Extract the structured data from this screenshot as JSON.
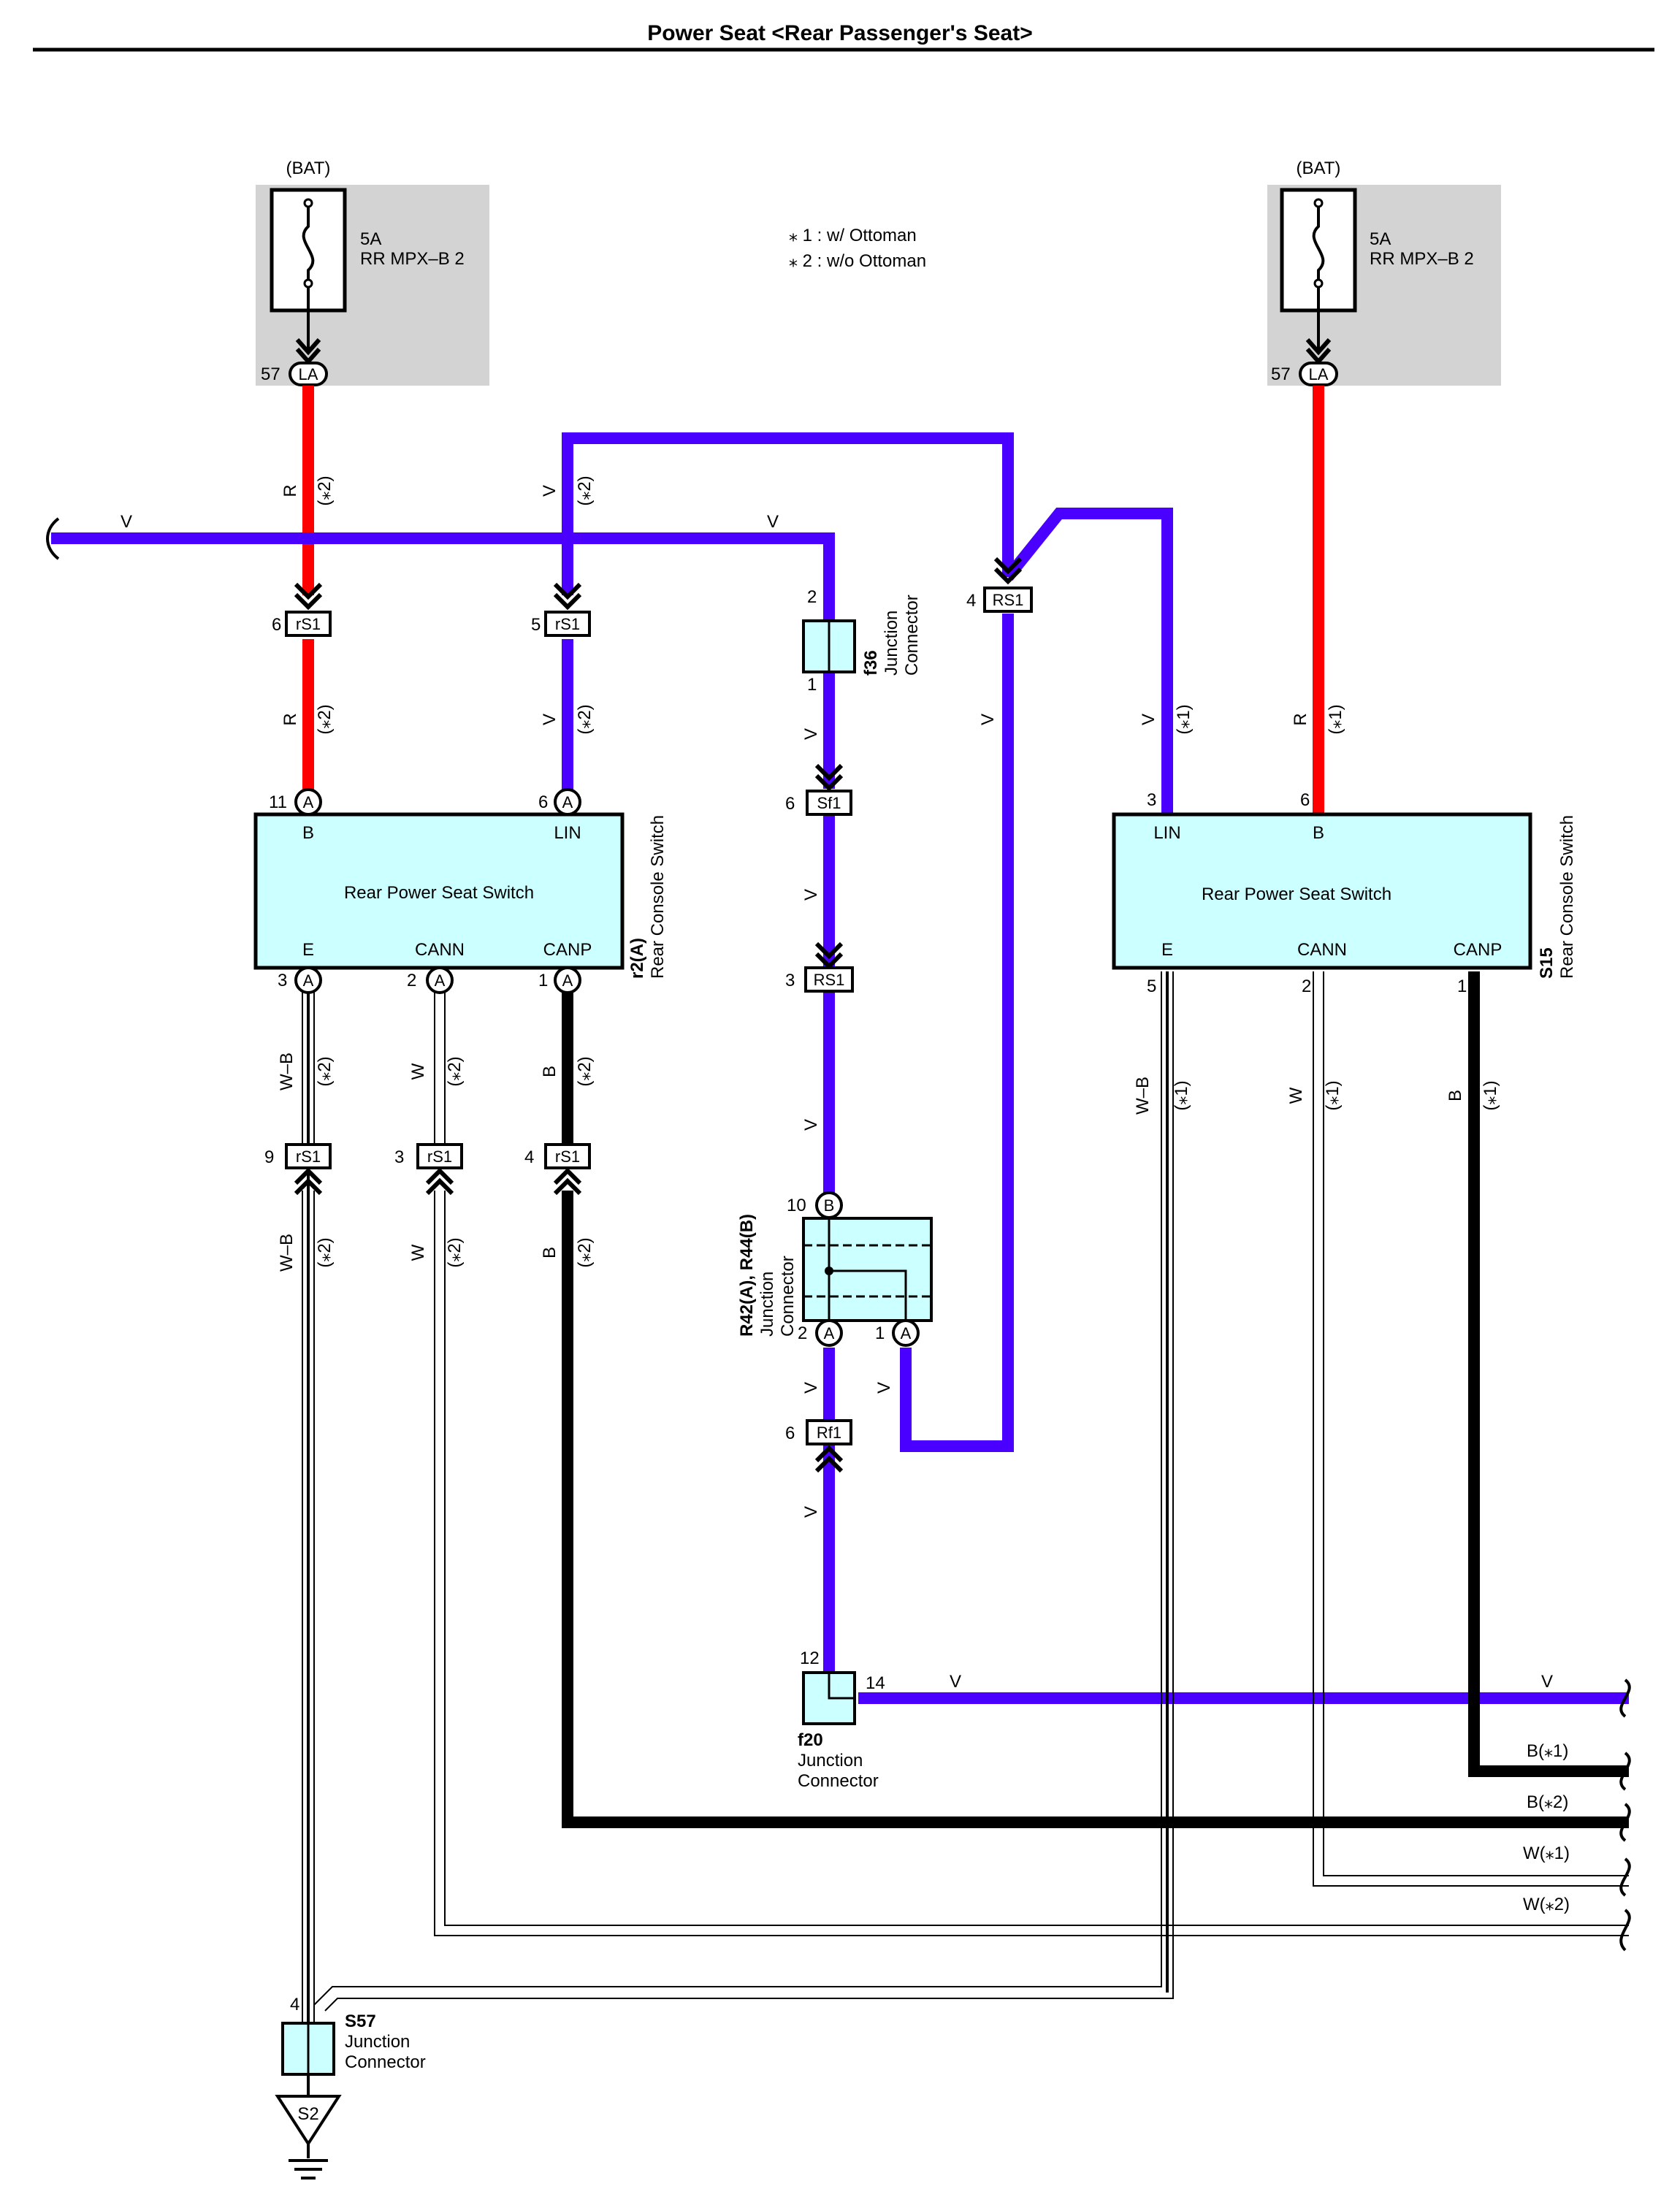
{
  "title": "Power Seat <Rear Passenger's Seat>",
  "notes": [
    "⁎ 1 : w/ Ottoman",
    "⁎ 2 : w/o Ottoman"
  ],
  "fuse_left": {
    "source": "(BAT)",
    "rating": "5A",
    "name": "RR MPX–B 2",
    "pin": "57",
    "conn": "LA"
  },
  "fuse_right": {
    "source": "(BAT)",
    "rating": "5A",
    "name": "RR MPX–B 2",
    "pin": "57",
    "conn": "LA"
  },
  "left_switch": {
    "title": "Rear Power Seat Switch",
    "id": "r2(A)",
    "desc": "Rear Console Switch",
    "terminals": {
      "B": "B",
      "LIN": "LIN",
      "E": "E",
      "CANN": "CANN",
      "CANP": "CANP"
    },
    "pins": {
      "B": "11",
      "LIN": "6",
      "E": "3",
      "CANN": "2",
      "CANP": "1"
    },
    "letter": "A"
  },
  "right_switch": {
    "title": "Rear Power Seat Switch",
    "id": "S15",
    "desc": "Rear Console Switch",
    "terminals": {
      "LIN": "LIN",
      "B": "B",
      "E": "E",
      "CANN": "CANN",
      "CANP": "CANP"
    },
    "pins": {
      "LIN": "3",
      "B": "6",
      "E": "5",
      "CANN": "2",
      "CANP": "1"
    }
  },
  "connectors": {
    "rs1_6": {
      "pin": "6",
      "name": "rS1"
    },
    "rs1_5": {
      "pin": "5",
      "name": "rS1"
    },
    "rs1_4top": {
      "pin": "4",
      "name": "RS1"
    },
    "sf1": {
      "pin": "6",
      "name": "Sf1"
    },
    "rs1_3": {
      "pin": "3",
      "name": "RS1"
    },
    "rs1_9": {
      "pin": "9",
      "name": "rS1"
    },
    "rs1_3b": {
      "pin": "3",
      "name": "rS1"
    },
    "rs1_4b": {
      "pin": "4",
      "name": "rS1"
    },
    "rf1": {
      "pin": "6",
      "name": "Rf1"
    }
  },
  "f36": {
    "id": "f36",
    "desc1": "Junction",
    "desc2": "Connector",
    "pin_top": "2",
    "pin_bottom": "1"
  },
  "r42": {
    "id": "R42(A), R44(B)",
    "desc1": "Junction",
    "desc2": "Connector",
    "pin_top": "10",
    "letter_top": "B",
    "pin_a2": "2",
    "pin_a1": "1",
    "letter_a": "A"
  },
  "f20": {
    "id": "f20",
    "desc1": "Junction",
    "desc2": "Connector",
    "pin_top": "12",
    "pin_right": "14"
  },
  "s57": {
    "id": "S57",
    "desc1": "Junction",
    "desc2": "Connector",
    "pin": "4",
    "ground": "S2"
  },
  "wire_labels": {
    "R": "R",
    "V": "V",
    "WB": "W–B",
    "W": "W",
    "B": "B",
    "star1": "(⁎1)",
    "star2": "(⁎2)"
  },
  "right_ends": {
    "V": "V",
    "B1": "B(⁎1)",
    "B2": "B(⁎2)",
    "W1": "W(⁎1)",
    "W2": "W(⁎2)"
  },
  "colors": {
    "violet": "#4a00ff",
    "red": "#ff0000",
    "black": "#000000",
    "connector_fill": "#ccffff",
    "fuse_box": "#d3d3d3"
  }
}
